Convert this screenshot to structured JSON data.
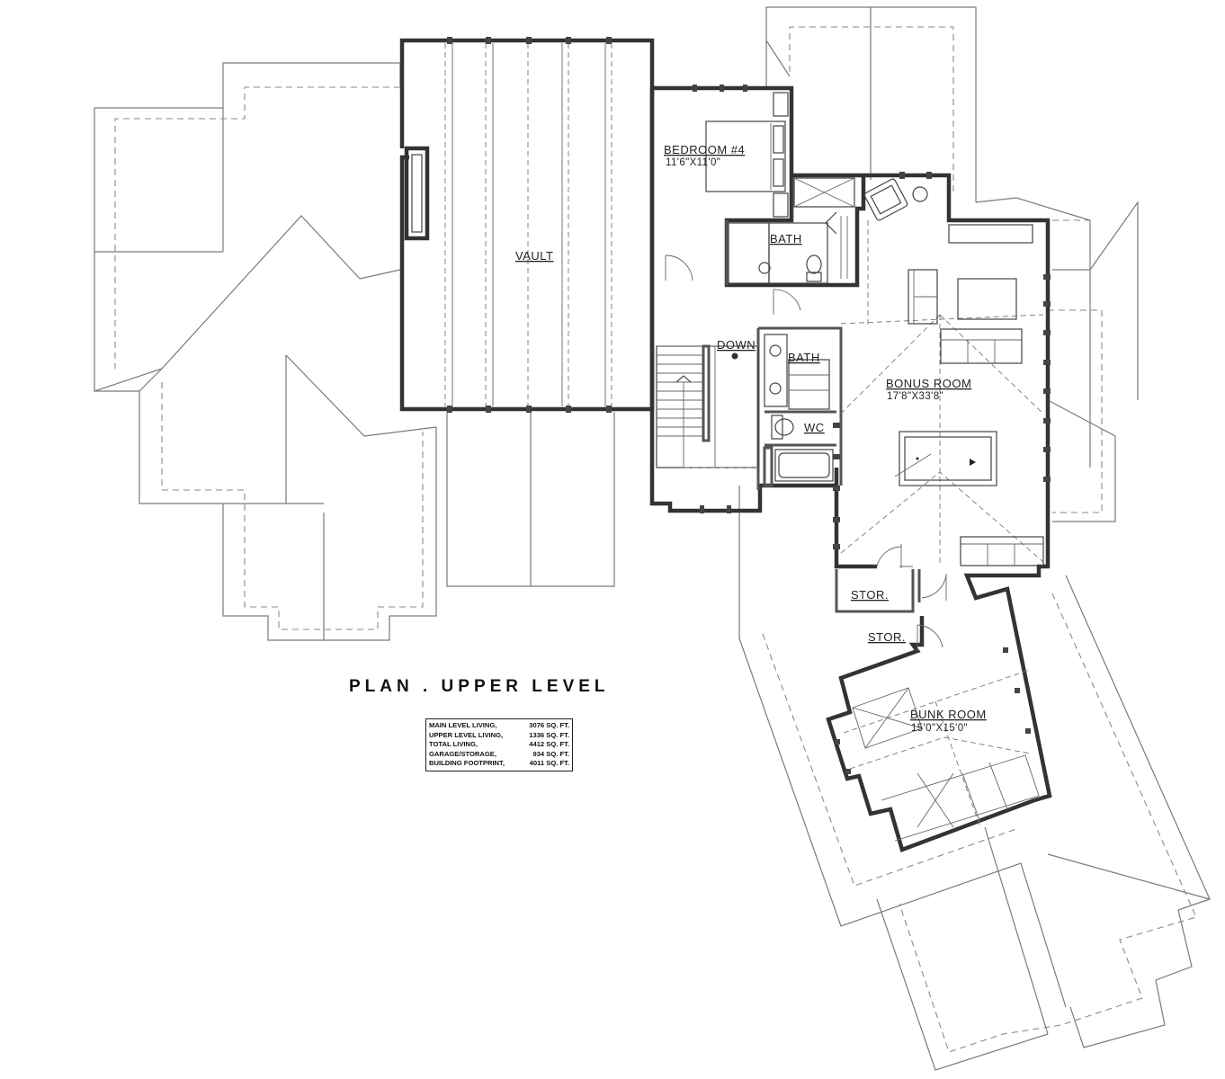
{
  "plan_title": "PLAN . UPPER LEVEL",
  "rooms": {
    "vault": {
      "label": "VAULT"
    },
    "bedroom4": {
      "label": "BEDROOM #4",
      "dim": "11'6\"X11'0\""
    },
    "bath_upper": {
      "label": "BATH"
    },
    "bath_lower": {
      "label": "BATH"
    },
    "wc": {
      "label": "WC"
    },
    "down": {
      "label": "DOWN"
    },
    "bonus": {
      "label": "BONUS ROOM",
      "dim": "17'8\"X33'8\""
    },
    "stor1": {
      "label": "STOR."
    },
    "stor2": {
      "label": "STOR."
    },
    "bunk": {
      "label": "BUNK ROOM",
      "dim": "15'0\"X15'0\""
    }
  },
  "area_table": [
    {
      "label": "MAIN LEVEL LIVING,",
      "value": "3076 SQ. FT."
    },
    {
      "label": "UPPER LEVEL LIVING,",
      "value": "1336 SQ. FT."
    },
    {
      "label": "TOTAL LIVING,",
      "value": "4412 SQ. FT."
    },
    {
      "label": "GARAGE/STORAGE,",
      "value": "934 SQ. FT."
    },
    {
      "label": "BUILDING FOOTPRINT,",
      "value": "4011 SQ. FT."
    }
  ]
}
